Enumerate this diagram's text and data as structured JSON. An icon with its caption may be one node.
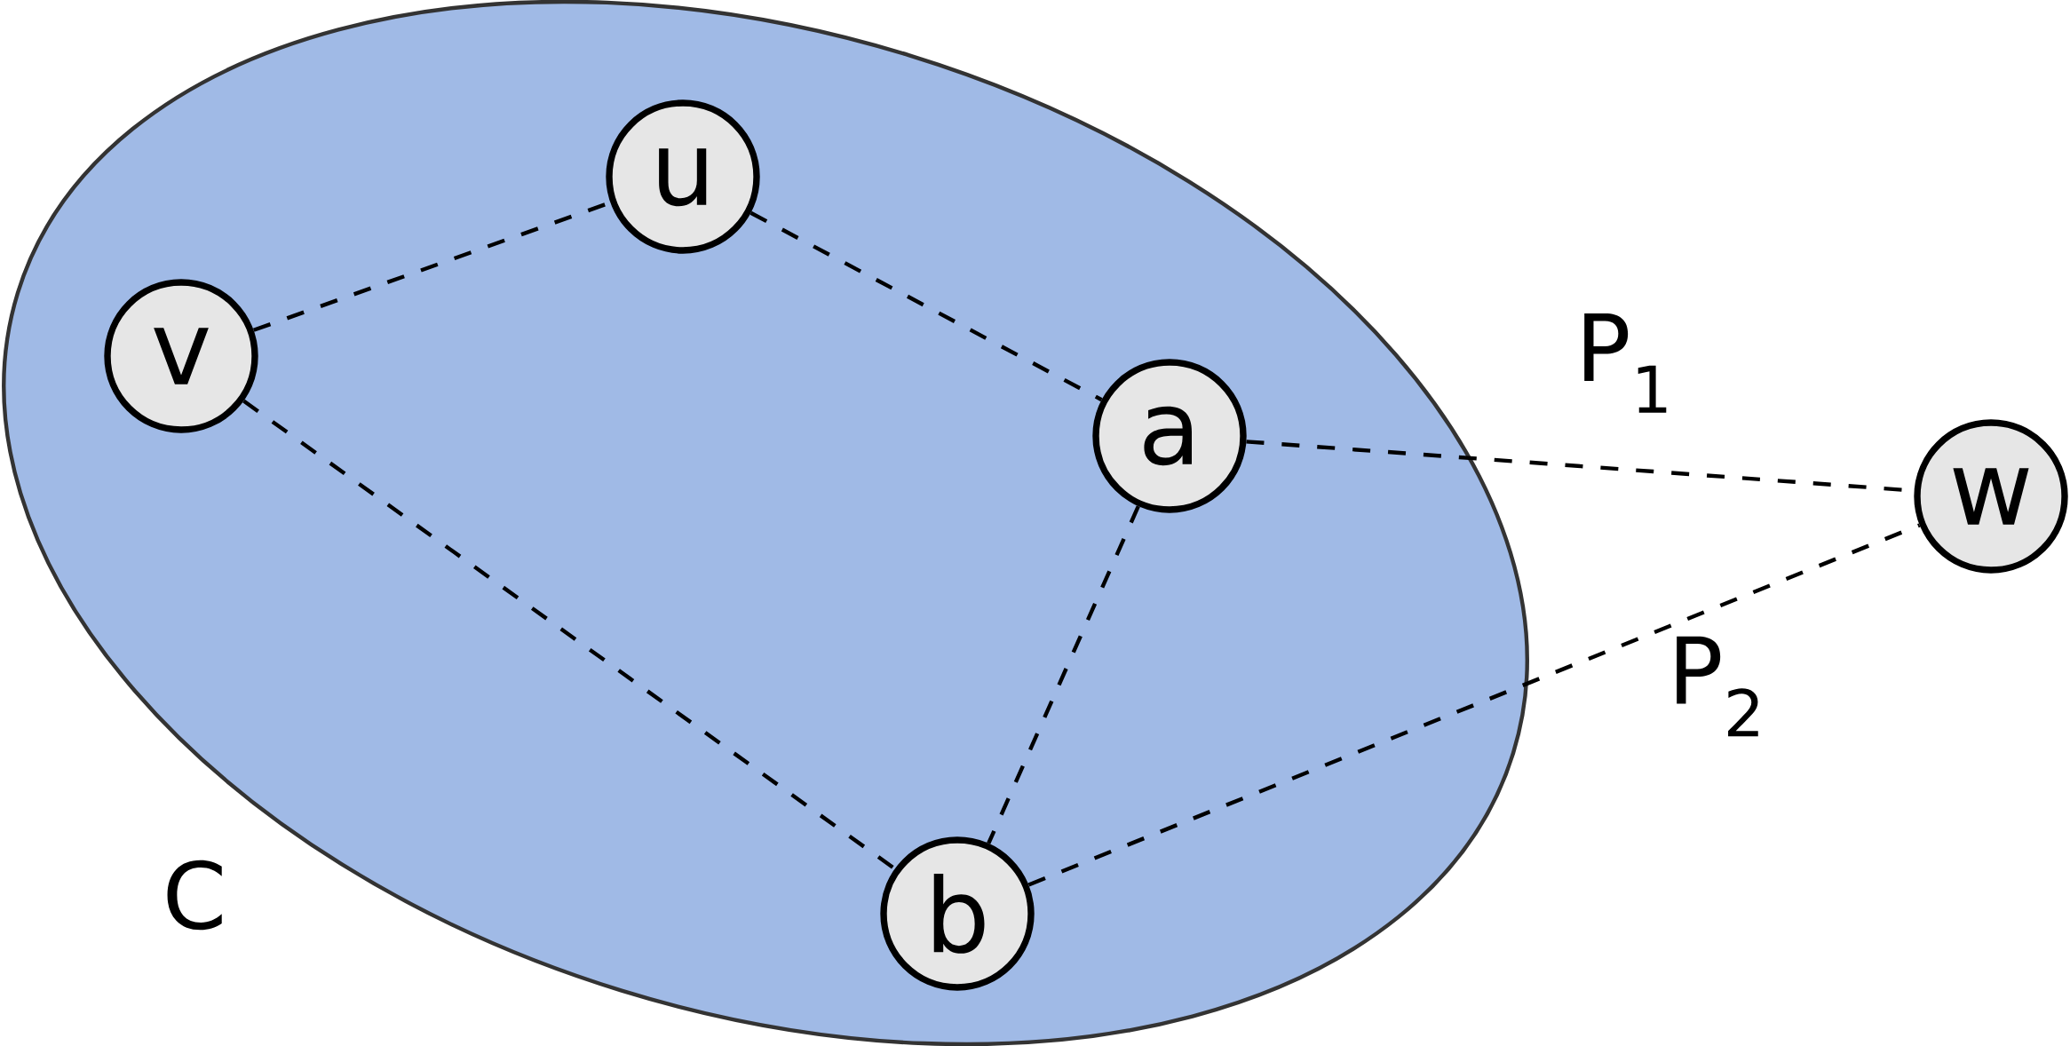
{
  "diagram": {
    "nodes": [
      {
        "text": [
          "C"
        ]
      },
      {
        "text": [
          "v"
        ],
        "in": 0
      },
      {
        "text": [
          "u"
        ],
        "in": 0
      },
      {
        "text": [
          "a"
        ],
        "in": 0
      },
      {
        "text": [
          "b"
        ],
        "in": 0
      },
      {
        "text": [
          "w"
        ]
      }
    ],
    "edges": [
      {
        "from": 1,
        "to": 2,
        "arrow": "none",
        "style": "dashed"
      },
      {
        "from": 2,
        "to": 3,
        "arrow": "none",
        "style": "dashed"
      },
      {
        "from": 1,
        "to": 4,
        "arrow": "none",
        "style": "dashed"
      },
      {
        "from": 3,
        "to": 4,
        "arrow": "none",
        "style": "dashed"
      },
      {
        "from": 3,
        "to": 5,
        "arrow": "none",
        "style": "dashed",
        "label": "P$_{1}$"
      },
      {
        "from": 4,
        "to": 5,
        "arrow": "none",
        "style": "dashed",
        "label": "P$_{2}$"
      }
    ]
  }
}
